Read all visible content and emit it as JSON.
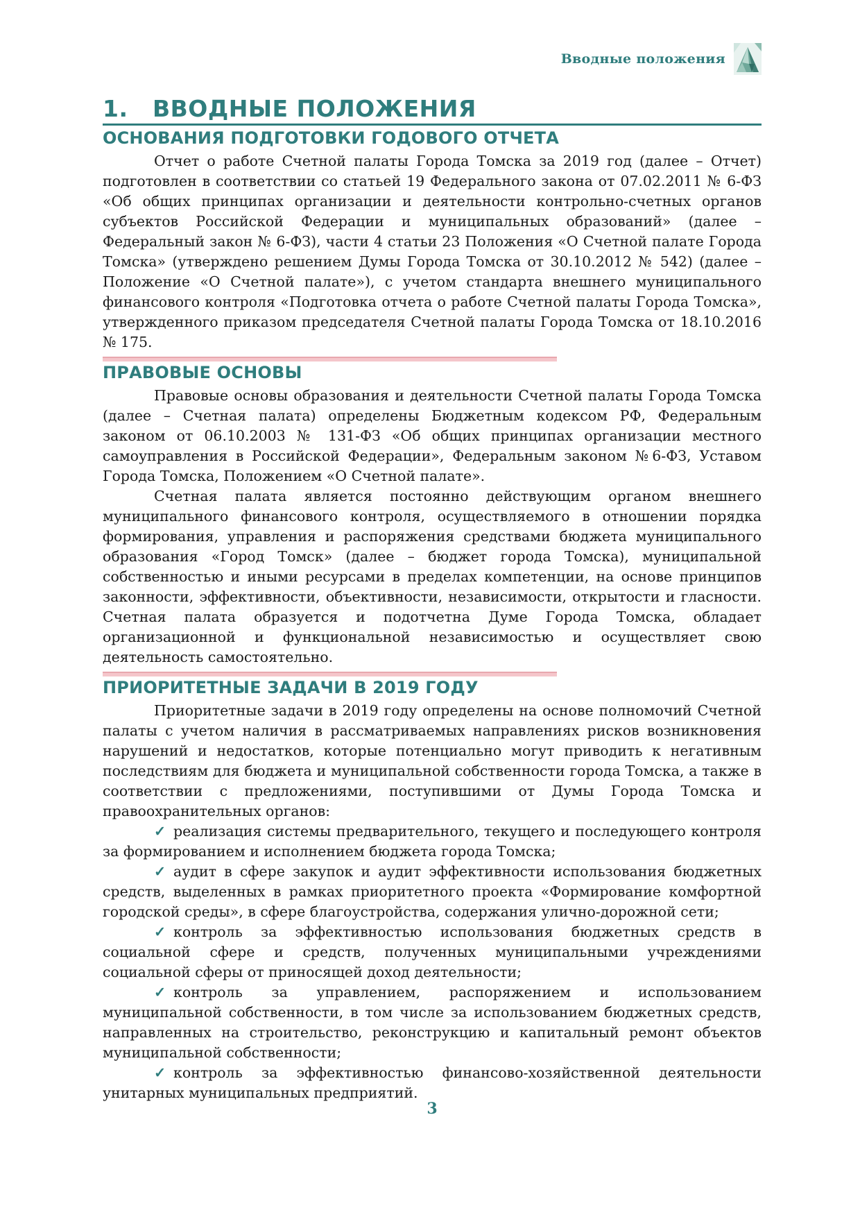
{
  "header": {
    "running_title": "Вводные положения"
  },
  "chapter": {
    "number": "1.",
    "title": "ВВОДНЫЕ ПОЛОЖЕНИЯ"
  },
  "sections": [
    {
      "heading": "ОСНОВАНИЯ ПОДГОТОВКИ ГОДОВОГО ОТЧЕТА",
      "paragraphs": [
        "Отчет о работе Счетной палаты Города Томска  за 2019 год (далее – Отчет) подготовлен в соответствии со статьей 19 Федерального закона от 07.02.2011 № 6-ФЗ «Об общих принципах организации и деятельности контрольно-счетных органов субъектов Российской Федерации и муниципальных образований» (далее – Федеральный закон № 6-ФЗ), части 4 статьи 23 Положения «О Счетной палате Города Томска» (утверждено решением Думы Города Томска от 30.10.2012 № 542) (далее – Положение «О Счетной палате»), с учетом стандарта внешнего муниципального финансового контроля «Подготовка отчета о работе Счетной палаты Города Томска», утвержденного приказом председателя Счетной палаты Города Томска от 18.10.2016 № 175."
      ]
    },
    {
      "heading": "ПРАВОВЫЕ ОСНОВЫ",
      "paragraphs": [
        "Правовые основы образования и деятельности Счетной палаты Города Томска (далее – Счетная палата) определены Бюджетным кодексом РФ, Федеральным законом от 06.10.2003 № 131-ФЗ «Об общих принципах организации местного самоуправления в Российской Федерации», Федеральным законом №6-ФЗ, Уставом Города Томска, Положением «О Счетной палате».",
        "Счетная палата является постоянно действующим органом внешнего муниципального финансового контроля, осуществляемого в отношении порядка формирования, управления и распоряжения средствами бюджета муниципального образования «Город Томск» (далее – бюджет города Томска), муниципальной собственностью и иными ресурсами в пределах компетенции, на основе принципов законности, эффективности, объективности, независимости, открытости и гласности. Счетная палата образуется и подотчетна Думе Города Томска, обладает организационной и функциональной независимостью и осуществляет свою деятельность самостоятельно."
      ]
    },
    {
      "heading": "ПРИОРИТЕТНЫЕ ЗАДАЧИ В 2019 ГОДУ",
      "paragraphs": [
        "Приоритетные задачи в 2019 году определены на основе полномочий Счетной палаты с учетом наличия в рассматриваемых направлениях рисков возникновения нарушений и недостатков, которые потенциально могут приводить к негативным последствиям для бюджета и муниципальной собственности города Томска, а также в соответствии с  предложениями, поступившими от Думы Города Томска и правоохранительных органов:"
      ],
      "bullet_mark": "✓",
      "bullets": [
        "реализация системы предварительного, текущего и последующего контроля за формированием и исполнением бюджета города Томска;",
        "аудит в сфере закупок и аудит эффективности использования бюджетных средств, выделенных в рамках приоритетного проекта «Формирование комфортной городской среды», в сфере благоустройства, содержания улично-дорожной сети;",
        "контроль за эффективностью использования бюджетных средств в социальной сфере и средств, полученных муниципальными учреждениями социальной сферы от приносящей доход деятельности;",
        "контроль за управлением, распоряжением и использованием муниципальной собственности, в том числе за использованием бюджетных средств, направленных на строительство, реконструкцию и капитальный ремонт объектов муниципальной собственности;",
        "контроль за эффективностью финансово-хозяйственной деятельности унитарных муниципальных предприятий."
      ]
    }
  ],
  "page_number": "3",
  "colors": {
    "accent": "#2f7d7d",
    "divider": "#f5c6cb"
  },
  "icons": {
    "logo": "triangle-mosaic-logo",
    "bullet": "checkmark-icon"
  }
}
